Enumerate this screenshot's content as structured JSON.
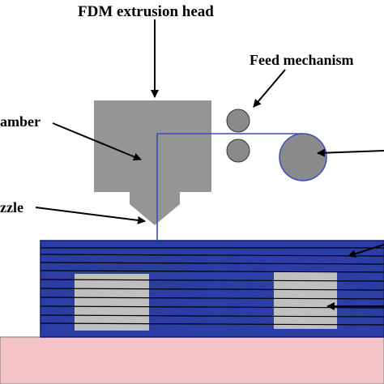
{
  "labels": {
    "head": "FDM extrusion head",
    "feed": "Feed mechanism",
    "chamber": "amber",
    "nozzle": "zzle"
  },
  "colors": {
    "head": "#959595",
    "filament": "#3b4bc3",
    "spool": "#8a8a8a",
    "part": "#2b3ea6",
    "support": "#c0c0c0",
    "layer_line": "#000000",
    "platform": "#f4c3c6"
  }
}
